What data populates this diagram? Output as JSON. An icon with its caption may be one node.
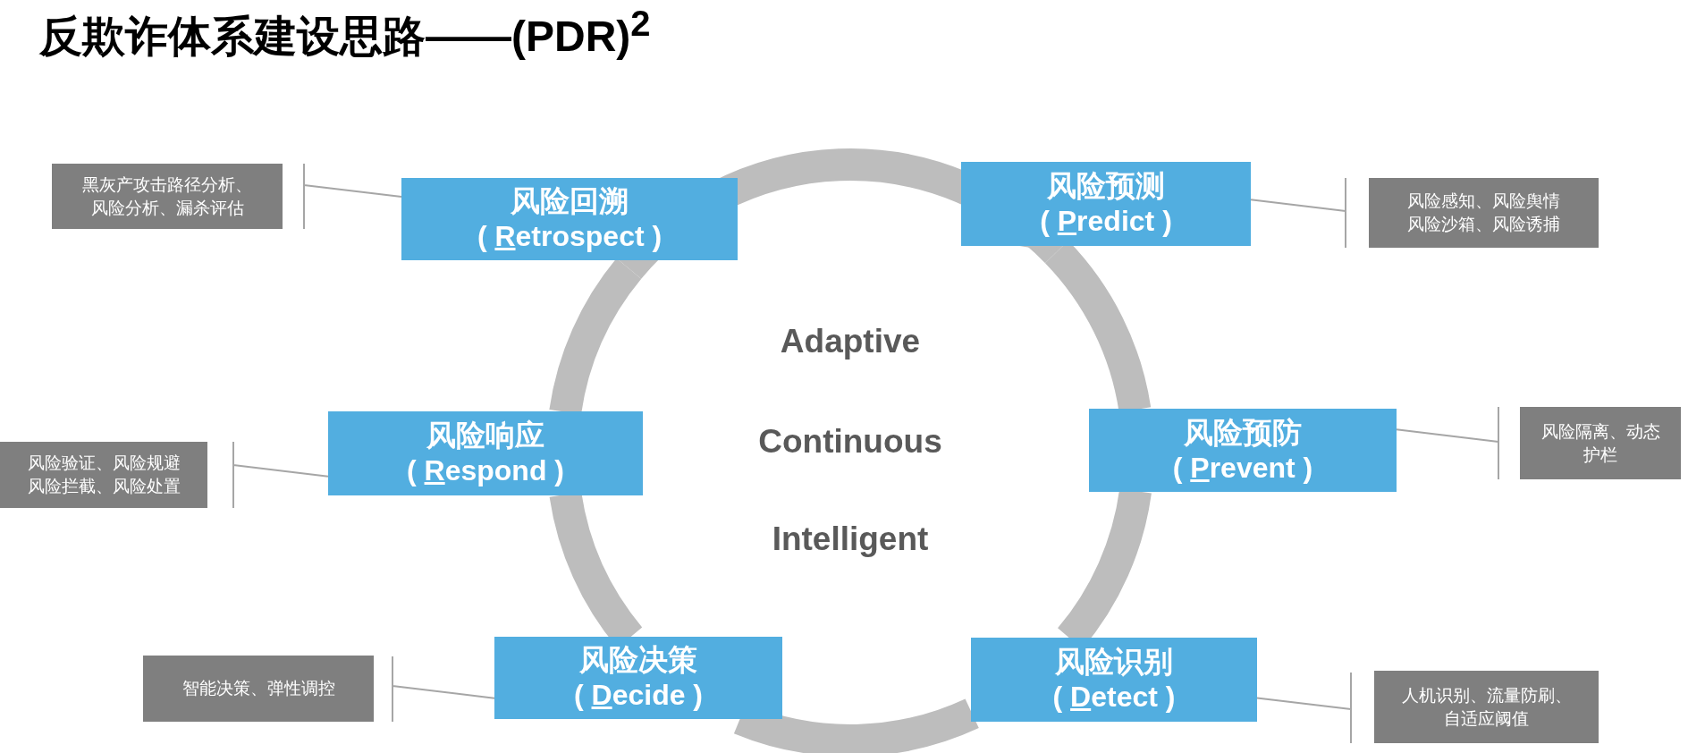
{
  "diagram": {
    "title": "反欺诈体系建设思路——(PDR)$^{2}$",
    "nodes": [
      {
        "text": [
          "黑灰产攻击路径分析、风险分析、漏杀评估"
        ]
      },
      {
        "text": [
          "风险回溯",
          "( Retrospect )"
        ]
      },
      {
        "text": [
          "风险预测",
          "( Predict )"
        ]
      },
      {
        "text": [
          "风险感知、风险舆情风险沙箱、风险诱捕"
        ]
      },
      {
        "text": [
          "风险验证、风险规避风险拦截、风险处置"
        ]
      },
      {
        "text": [
          "风险响应",
          "( Respond )"
        ]
      },
      {
        "text": [
          "风险预防",
          "( Prevent )"
        ]
      },
      {
        "text": [
          "风险隔离、动态护栏"
        ]
      },
      {
        "text": [
          "智能决策、弹性调控"
        ]
      },
      {
        "text": [
          "风险决策",
          "( Decide )"
        ]
      },
      {
        "text": [
          "风险识别",
          "( Detect )"
        ]
      },
      {
        "text": [
          "人机识别、流量防刷、自适应阈值"
        ]
      }
    ],
    "edges": [
      {
        "from": 0,
        "to": 1,
        "arrow": "none"
      },
      {
        "from": 3,
        "to": 2,
        "arrow": "none"
      },
      {
        "from": 4,
        "to": 5,
        "arrow": "none"
      },
      {
        "from": 7,
        "to": 6,
        "arrow": "none"
      },
      {
        "from": 8,
        "to": 9,
        "arrow": "none"
      },
      {
        "from": 11,
        "to": 10,
        "arrow": "none"
      },
      {
        "from": 1,
        "to": 2,
        "arrow": "to",
        "style": "thick"
      },
      {
        "from": 2,
        "to": 6,
        "arrow": "none",
        "style": "thick"
      },
      {
        "from": 6,
        "to": 10,
        "arrow": "none",
        "style": "thick"
      },
      {
        "from": 10,
        "to": 9,
        "arrow": "none",
        "style": "thick"
      },
      {
        "from": 9,
        "to": 5,
        "arrow": "none",
        "style": "thick"
      },
      {
        "from": 5,
        "to": 1,
        "arrow": "none",
        "style": "thick"
      }
    ],
    "labels": [
      "Adaptive",
      "Continuous",
      "Intelligent"
    ]
  }
}
